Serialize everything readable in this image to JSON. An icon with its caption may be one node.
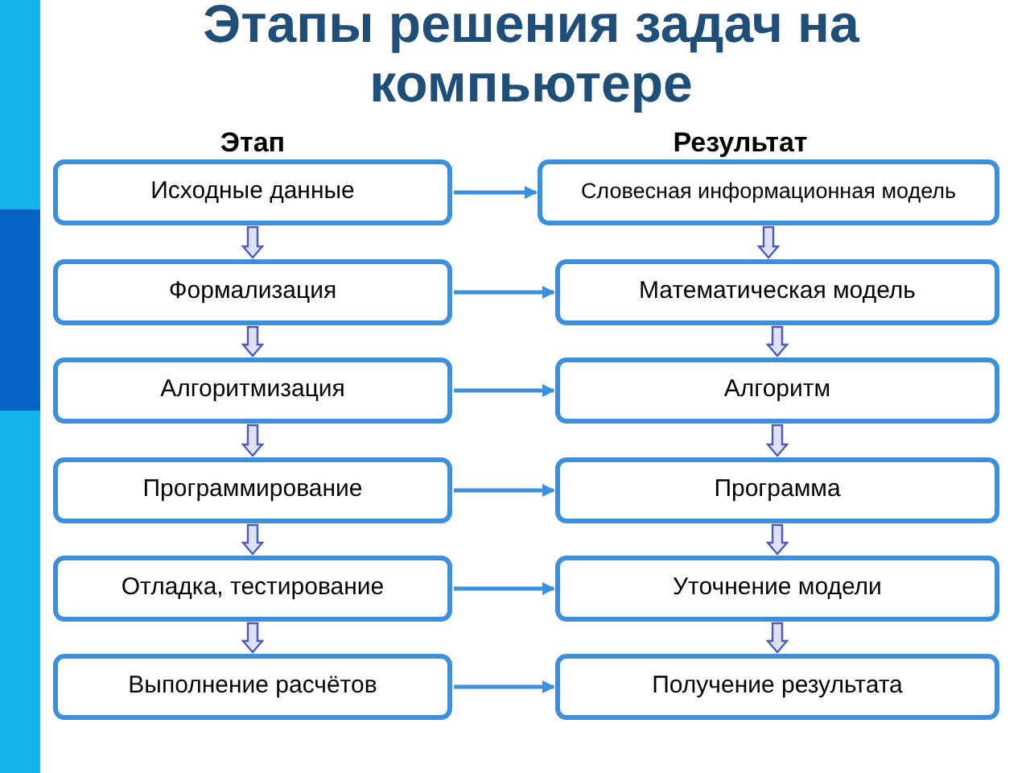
{
  "diagram": {
    "title": "Этапы решения задач на компьютере",
    "nodes": [
      {
        "text": [
          "Исходные данные"
        ]
      },
      {
        "text": [
          "Словесная информационная модель"
        ]
      },
      {
        "text": [
          "Формализация"
        ]
      },
      {
        "text": [
          "Математическая модель"
        ]
      },
      {
        "text": [
          "Алгоритмизация"
        ]
      },
      {
        "text": [
          "Алгоритм"
        ]
      },
      {
        "text": [
          "Программирование"
        ]
      },
      {
        "text": [
          "Программа"
        ]
      },
      {
        "text": [
          "Отладка, тестирование"
        ]
      },
      {
        "text": [
          "Уточнение модели"
        ]
      },
      {
        "text": [
          "Выполнение расчётов"
        ]
      },
      {
        "text": [
          "Получение результата"
        ]
      }
    ],
    "edges": [
      {
        "from": 0,
        "to": 1,
        "arrow": "to"
      },
      {
        "from": 2,
        "to": 3,
        "arrow": "to"
      },
      {
        "from": 4,
        "to": 5,
        "arrow": "to"
      },
      {
        "from": 6,
        "to": 7,
        "arrow": "to"
      },
      {
        "from": 8,
        "to": 9,
        "arrow": "to"
      },
      {
        "from": 10,
        "to": 11,
        "arrow": "to"
      },
      {
        "from": 0,
        "to": 2,
        "arrow": "to",
        "style": "thick"
      },
      {
        "from": 2,
        "to": 4,
        "arrow": "to",
        "style": "thick"
      },
      {
        "from": 4,
        "to": 6,
        "arrow": "to",
        "style": "thick"
      },
      {
        "from": 6,
        "to": 8,
        "arrow": "to",
        "style": "thick"
      },
      {
        "from": 8,
        "to": 10,
        "arrow": "to",
        "style": "thick"
      },
      {
        "from": 1,
        "to": 3,
        "arrow": "to",
        "style": "thick"
      },
      {
        "from": 3,
        "to": 5,
        "arrow": "to",
        "style": "thick"
      },
      {
        "from": 5,
        "to": 7,
        "arrow": "to",
        "style": "thick"
      },
      {
        "from": 7,
        "to": 9,
        "arrow": "to",
        "style": "thick"
      },
      {
        "from": 9,
        "to": 11,
        "arrow": "to",
        "style": "thick"
      }
    ],
    "labels": [
      "Этап",
      "Результат"
    ]
  }
}
